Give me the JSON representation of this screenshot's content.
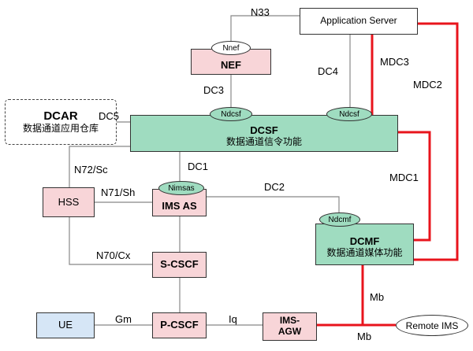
{
  "nodes": {
    "application_server": "Application Server",
    "nef": "NEF",
    "dcar": {
      "title": "DCAR",
      "subtitle": "数据通道应用仓库"
    },
    "dcsf": {
      "title": "DCSF",
      "subtitle": "数据通道信令功能"
    },
    "hss": "HSS",
    "ims_as": "IMS AS",
    "dcmf": {
      "title": "DCMF",
      "subtitle": "数据通道媒体功能"
    },
    "s_cscf": "S-CSCF",
    "ue": "UE",
    "p_cscf": "P-CSCF",
    "ims_agw": {
      "line1": "IMS-",
      "line2": "AGW"
    },
    "remote_ims": "Remote IMS"
  },
  "interfaces": {
    "nnef": "Nnef",
    "ndcsf_left": "Ndcsf",
    "ndcsf_right": "Ndcsf",
    "nimsas": "Nimsas",
    "ndcmf": "Ndcmf"
  },
  "links": {
    "n33": "N33",
    "dc3": "DC3",
    "dc4": "DC4",
    "mdc3": "MDC3",
    "mdc2": "MDC2",
    "dc5": "DC5",
    "n72_sc": "N72/Sc",
    "dc1": "DC1",
    "n71_sh": "N71/Sh",
    "dc2": "DC2",
    "mdc1": "MDC1",
    "n70_cx": "N70/Cx",
    "gm": "Gm",
    "iq": "Iq",
    "mb_upper": "Mb",
    "mb_lower": "Mb"
  },
  "colors": {
    "ims_node_fill": "#f8d5d8",
    "dc_function_fill": "#9fdcc0",
    "ue_fill": "#d6e6f6",
    "signaling_line": "#888888",
    "media_line": "#e8141c"
  }
}
